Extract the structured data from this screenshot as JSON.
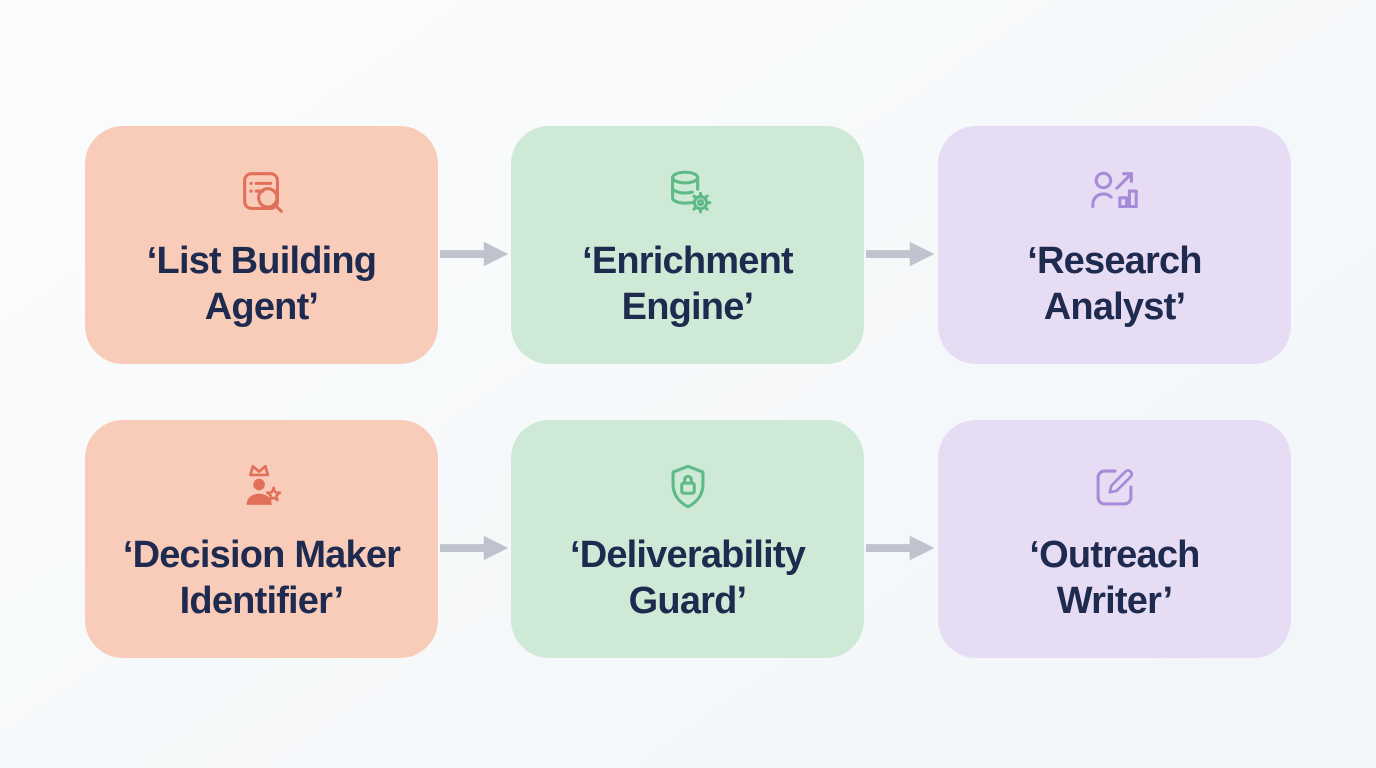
{
  "palette": {
    "background": "#f6f8fa",
    "card_peach_bg": "#f9ccba",
    "card_green_bg": "#cfe9d7",
    "card_purple_bg": "#e6dcf4",
    "icon_coral": "#e0705a",
    "icon_green": "#5fbb85",
    "icon_purple": "#a98ad9",
    "arrow_gray": "#bec3cd",
    "title_text": "#1f2a4f"
  },
  "cards": [
    {
      "line1": "‘List Building",
      "line2": "Agent’",
      "icon": "list-search-icon",
      "color": "peach"
    },
    {
      "line1": "‘Enrichment",
      "line2": "Engine’",
      "icon": "database-gear-icon",
      "color": "green"
    },
    {
      "line1": "‘Research",
      "line2": "Analyst’",
      "icon": "person-growth-icon",
      "color": "purple"
    },
    {
      "line1": "‘Decision Maker",
      "line2": "Identifier’",
      "icon": "person-crown-star-icon",
      "color": "peach"
    },
    {
      "line1": "‘Deliverability",
      "line2": "Guard’",
      "icon": "shield-lock-icon",
      "color": "green"
    },
    {
      "line1": "‘Outreach",
      "line2": "Writer’",
      "icon": "edit-compose-icon",
      "color": "purple"
    }
  ],
  "connectors": {
    "icon": "arrow-right-icon",
    "count": 4
  }
}
